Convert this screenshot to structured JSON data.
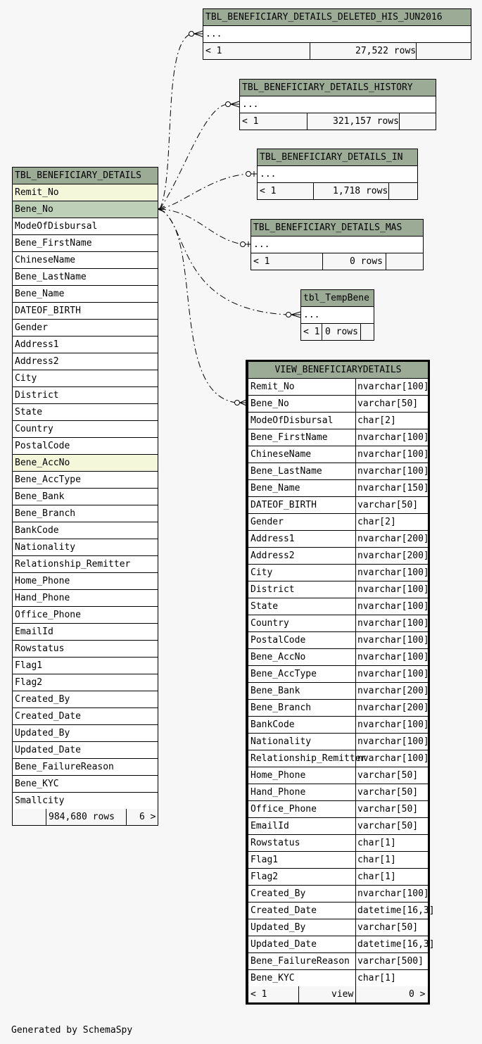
{
  "footer": "Generated by SchemaSpy",
  "main_table": {
    "name": "TBL_BENEFICIARY_DETAILS",
    "columns": [
      {
        "name": "Remit_No",
        "key": "fk"
      },
      {
        "name": "Bene_No",
        "key": "pk"
      },
      {
        "name": "ModeOfDisbursal",
        "key": ""
      },
      {
        "name": "Bene_FirstName",
        "key": ""
      },
      {
        "name": "ChineseName",
        "key": ""
      },
      {
        "name": "Bene_LastName",
        "key": ""
      },
      {
        "name": "Bene_Name",
        "key": ""
      },
      {
        "name": "DATEOF_BIRTH",
        "key": ""
      },
      {
        "name": "Gender",
        "key": ""
      },
      {
        "name": "Address1",
        "key": ""
      },
      {
        "name": "Address2",
        "key": ""
      },
      {
        "name": "City",
        "key": ""
      },
      {
        "name": "District",
        "key": ""
      },
      {
        "name": "State",
        "key": ""
      },
      {
        "name": "Country",
        "key": ""
      },
      {
        "name": "PostalCode",
        "key": ""
      },
      {
        "name": "Bene_AccNo",
        "key": "fk"
      },
      {
        "name": "Bene_AccType",
        "key": ""
      },
      {
        "name": "Bene_Bank",
        "key": ""
      },
      {
        "name": "Bene_Branch",
        "key": ""
      },
      {
        "name": "BankCode",
        "key": ""
      },
      {
        "name": "Nationality",
        "key": ""
      },
      {
        "name": "Relationship_Remitter",
        "key": ""
      },
      {
        "name": "Home_Phone",
        "key": ""
      },
      {
        "name": "Hand_Phone",
        "key": ""
      },
      {
        "name": "Office_Phone",
        "key": ""
      },
      {
        "name": "EmailId",
        "key": ""
      },
      {
        "name": "Rowstatus",
        "key": ""
      },
      {
        "name": "Flag1",
        "key": ""
      },
      {
        "name": "Flag2",
        "key": ""
      },
      {
        "name": "Created_By",
        "key": ""
      },
      {
        "name": "Created_Date",
        "key": ""
      },
      {
        "name": "Updated_By",
        "key": ""
      },
      {
        "name": "Updated_Date",
        "key": ""
      },
      {
        "name": "Bene_FailureReason",
        "key": ""
      },
      {
        "name": "Bene_KYC",
        "key": ""
      },
      {
        "name": "Smallcity",
        "key": ""
      }
    ],
    "footer": {
      "parents": "",
      "rows": "984,680 rows",
      "children": "6 >"
    }
  },
  "child_tables": [
    {
      "name": "TBL_BENEFICIARY_DETAILS_DELETED_HIS_JUN2016",
      "ellipsis": "...",
      "parents": "< 1",
      "rows": "27,522 rows",
      "children": ""
    },
    {
      "name": "TBL_BENEFICIARY_DETAILS_HISTORY",
      "ellipsis": "...",
      "parents": "< 1",
      "rows": "321,157 rows",
      "children": ""
    },
    {
      "name": "TBL_BENEFICIARY_DETAILS_IN",
      "ellipsis": "...",
      "parents": "< 1",
      "rows": "1,718 rows",
      "children": ""
    },
    {
      "name": "TBL_BENEFICIARY_DETAILS_MAS",
      "ellipsis": "...",
      "parents": "< 1",
      "rows": "0 rows",
      "children": ""
    },
    {
      "name": "tbl_TempBene",
      "ellipsis": "...",
      "parents": "< 1",
      "rows": "0 rows",
      "children": ""
    }
  ],
  "view_table": {
    "name": "VIEW_BENEFICIARYDETAILS",
    "columns": [
      {
        "name": "Remit_No",
        "type": "nvarchar[100]"
      },
      {
        "name": "Bene_No",
        "type": "varchar[50]"
      },
      {
        "name": "ModeOfDisbursal",
        "type": "char[2]"
      },
      {
        "name": "Bene_FirstName",
        "type": "nvarchar[100]"
      },
      {
        "name": "ChineseName",
        "type": "nvarchar[100]"
      },
      {
        "name": "Bene_LastName",
        "type": "nvarchar[100]"
      },
      {
        "name": "Bene_Name",
        "type": "nvarchar[150]"
      },
      {
        "name": "DATEOF_BIRTH",
        "type": "varchar[50]"
      },
      {
        "name": "Gender",
        "type": "char[2]"
      },
      {
        "name": "Address1",
        "type": "nvarchar[200]"
      },
      {
        "name": "Address2",
        "type": "nvarchar[200]"
      },
      {
        "name": "City",
        "type": "nvarchar[100]"
      },
      {
        "name": "District",
        "type": "nvarchar[100]"
      },
      {
        "name": "State",
        "type": "nvarchar[100]"
      },
      {
        "name": "Country",
        "type": "nvarchar[100]"
      },
      {
        "name": "PostalCode",
        "type": "nvarchar[100]"
      },
      {
        "name": "Bene_AccNo",
        "type": "nvarchar[100]"
      },
      {
        "name": "Bene_AccType",
        "type": "nvarchar[100]"
      },
      {
        "name": "Bene_Bank",
        "type": "nvarchar[200]"
      },
      {
        "name": "Bene_Branch",
        "type": "nvarchar[200]"
      },
      {
        "name": "BankCode",
        "type": "nvarchar[100]"
      },
      {
        "name": "Nationality",
        "type": "nvarchar[100]"
      },
      {
        "name": "Relationship_Remitter",
        "type": "nvarchar[100]"
      },
      {
        "name": "Home_Phone",
        "type": "varchar[50]"
      },
      {
        "name": "Hand_Phone",
        "type": "varchar[50]"
      },
      {
        "name": "Office_Phone",
        "type": "varchar[50]"
      },
      {
        "name": "EmailId",
        "type": "varchar[50]"
      },
      {
        "name": "Rowstatus",
        "type": "char[1]"
      },
      {
        "name": "Flag1",
        "type": "char[1]"
      },
      {
        "name": "Flag2",
        "type": "char[1]"
      },
      {
        "name": "Created_By",
        "type": "nvarchar[100]"
      },
      {
        "name": "Created_Date",
        "type": "datetime[16,3]"
      },
      {
        "name": "Updated_By",
        "type": "varchar[50]"
      },
      {
        "name": "Updated_Date",
        "type": "datetime[16,3]"
      },
      {
        "name": "Bene_FailureReason",
        "type": "varchar[500]"
      },
      {
        "name": "Bene_KYC",
        "type": "char[1]"
      }
    ],
    "footer": {
      "parents": "< 1",
      "kind": "view",
      "children": "0 >"
    }
  },
  "colors": {
    "header": "#9bab96",
    "primary_key": "#bed1b8",
    "foreign_key": "#f4f7da",
    "background": "#f7f7f7"
  }
}
